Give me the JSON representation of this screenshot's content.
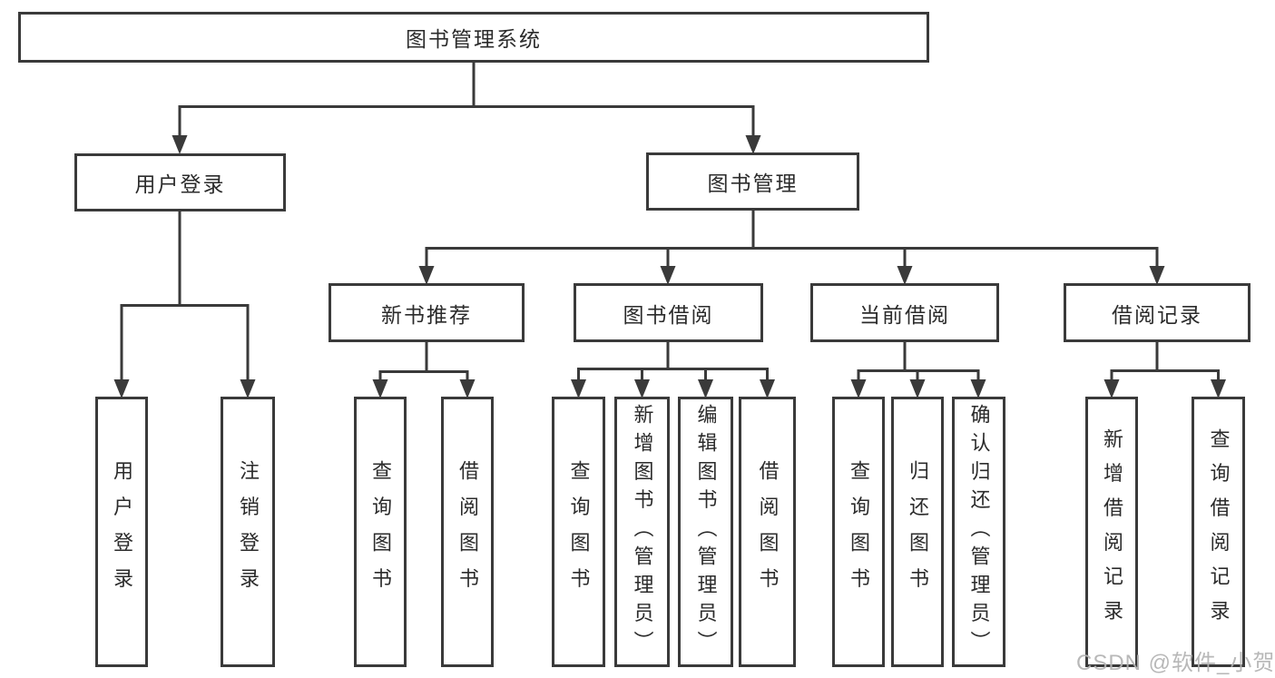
{
  "nodes": {
    "root": {
      "label": "图书管理系统"
    },
    "user_login": {
      "label": "用户登录"
    },
    "book_mgmt": {
      "label": "图书管理"
    },
    "new_book_rec": {
      "label": "新书推荐"
    },
    "book_borrow": {
      "label": "图书借阅"
    },
    "current_borrow": {
      "label": "当前借阅"
    },
    "borrow_records": {
      "label": "借阅记录"
    },
    "leaf_login": {
      "label": "用户登录"
    },
    "leaf_logout": {
      "label": "注销登录"
    },
    "leaf_nb_query": {
      "label": "查询图书"
    },
    "leaf_nb_borrow": {
      "label": "借阅图书"
    },
    "leaf_bb_query": {
      "label": "查询图书"
    },
    "leaf_bb_add": {
      "label": "新增图书（管理员）"
    },
    "leaf_bb_edit": {
      "label": "编辑图书（管理员）"
    },
    "leaf_bb_borrow": {
      "label": "借阅图书"
    },
    "leaf_cb_query": {
      "label": "查询图书"
    },
    "leaf_cb_return": {
      "label": "归还图书"
    },
    "leaf_cb_confirm": {
      "label": "确认归还（管理员）"
    },
    "leaf_br_add": {
      "label": "新增借阅记录"
    },
    "leaf_br_query": {
      "label": "查询借阅记录"
    }
  },
  "watermark": {
    "text": "CSDN @软件_小贺同学"
  },
  "colors": {
    "line": "#3a3a3a",
    "text": "#2b2b2b",
    "watermark": "#b3b3b3",
    "background": "#ffffff"
  }
}
